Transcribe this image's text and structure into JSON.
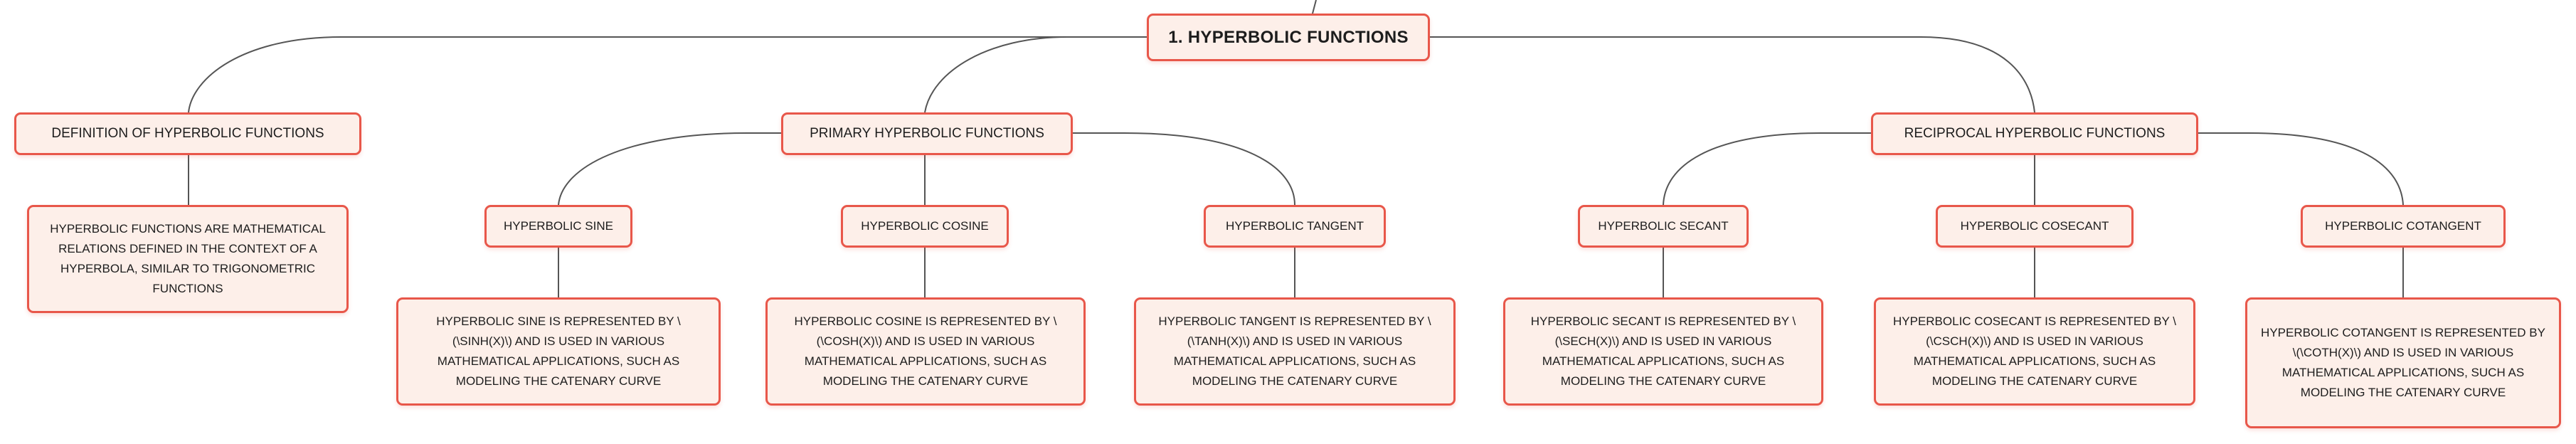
{
  "colors": {
    "node_border": "#e8574a",
    "node_fill": "#fdefe9",
    "connector": "#555555"
  },
  "root": {
    "label": "1. HYPERBOLIC FUNCTIONS"
  },
  "branches": {
    "definition": {
      "label": "DEFINITION OF HYPERBOLIC FUNCTIONS",
      "description": "HYPERBOLIC FUNCTIONS ARE MATHEMATICAL RELATIONS DEFINED IN THE CONTEXT OF A HYPERBOLA, SIMILAR TO TRIGONOMETRIC FUNCTIONS"
    },
    "primary": {
      "label": "PRIMARY HYPERBOLIC FUNCTIONS",
      "children": [
        {
          "label": "HYPERBOLIC SINE",
          "description": "HYPERBOLIC SINE IS REPRESENTED BY \\(\\SINH(X)\\) AND IS USED IN VARIOUS MATHEMATICAL APPLICATIONS, SUCH AS MODELING THE CATENARY CURVE"
        },
        {
          "label": "HYPERBOLIC COSINE",
          "description": "HYPERBOLIC COSINE IS REPRESENTED BY \\(\\COSH(X)\\) AND IS USED IN VARIOUS MATHEMATICAL APPLICATIONS, SUCH AS MODELING THE CATENARY CURVE"
        },
        {
          "label": "HYPERBOLIC TANGENT",
          "description": "HYPERBOLIC TANGENT IS REPRESENTED BY \\(\\TANH(X)\\) AND IS USED IN VARIOUS MATHEMATICAL APPLICATIONS, SUCH AS MODELING THE CATENARY CURVE"
        }
      ]
    },
    "reciprocal": {
      "label": "RECIPROCAL HYPERBOLIC FUNCTIONS",
      "children": [
        {
          "label": "HYPERBOLIC SECANT",
          "description": "HYPERBOLIC SECANT IS REPRESENTED BY \\(\\SECH(X)\\) AND IS USED IN VARIOUS MATHEMATICAL APPLICATIONS, SUCH AS MODELING THE CATENARY CURVE"
        },
        {
          "label": "HYPERBOLIC COSECANT",
          "description": "HYPERBOLIC COSECANT IS REPRESENTED BY \\(\\CSCH(X)\\) AND IS USED IN VARIOUS MATHEMATICAL APPLICATIONS, SUCH AS MODELING THE CATENARY CURVE"
        },
        {
          "label": "HYPERBOLIC COTANGENT",
          "description": "HYPERBOLIC COTANGENT IS REPRESENTED BY \\(\\COTH(X)\\) AND IS USED IN VARIOUS MATHEMATICAL APPLICATIONS, SUCH AS MODELING THE CATENARY CURVE"
        }
      ]
    }
  }
}
